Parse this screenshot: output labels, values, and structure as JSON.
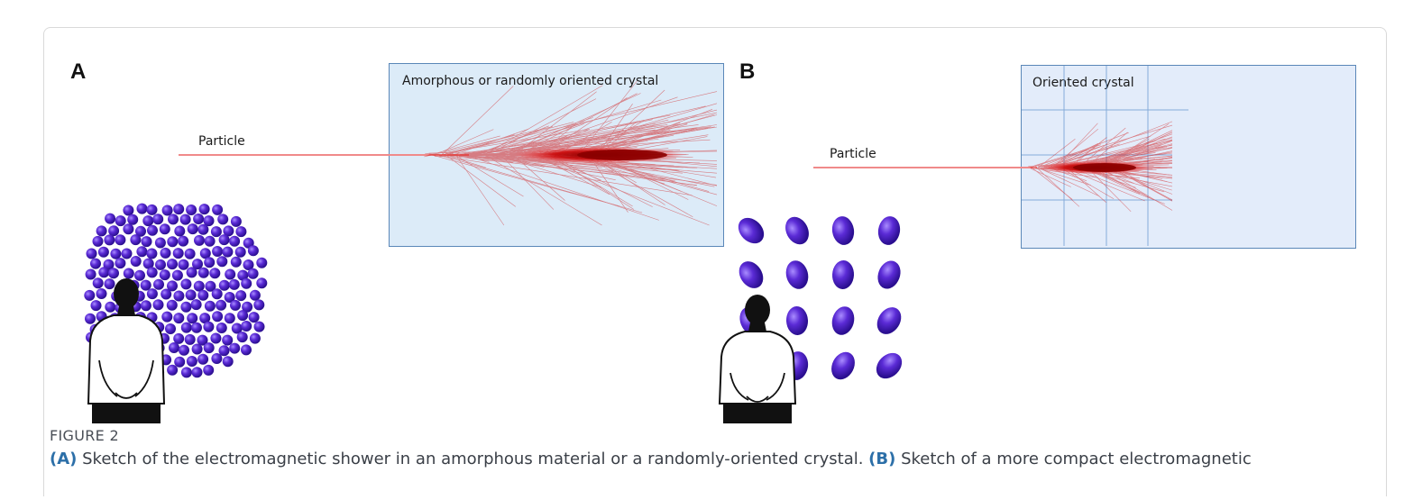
{
  "figure": {
    "panel_a": {
      "letter": "A",
      "box_label": "Amorphous or randomly oriented crystal",
      "particle_label": "Particle"
    },
    "panel_b": {
      "letter": "B",
      "box_label": "Oriented crystal",
      "particle_label": "Particle"
    }
  },
  "caption": {
    "title": "FIGURE 2",
    "label_a": "(A)",
    "text_a": " Sketch of the electromagnetic shower in an amorphous material or a randomly-oriented crystal. ",
    "label_b": "(B)",
    "text_b": " Sketch of a more compact electromagnetic"
  },
  "colors": {
    "box_fill_a": "#dcebf8",
    "box_fill_b": "#e3ecfa",
    "box_border": "#5a87b8",
    "shower": "#cc0000",
    "atom": "#5b2bd6",
    "caption_bold": "#2c6fa8"
  }
}
